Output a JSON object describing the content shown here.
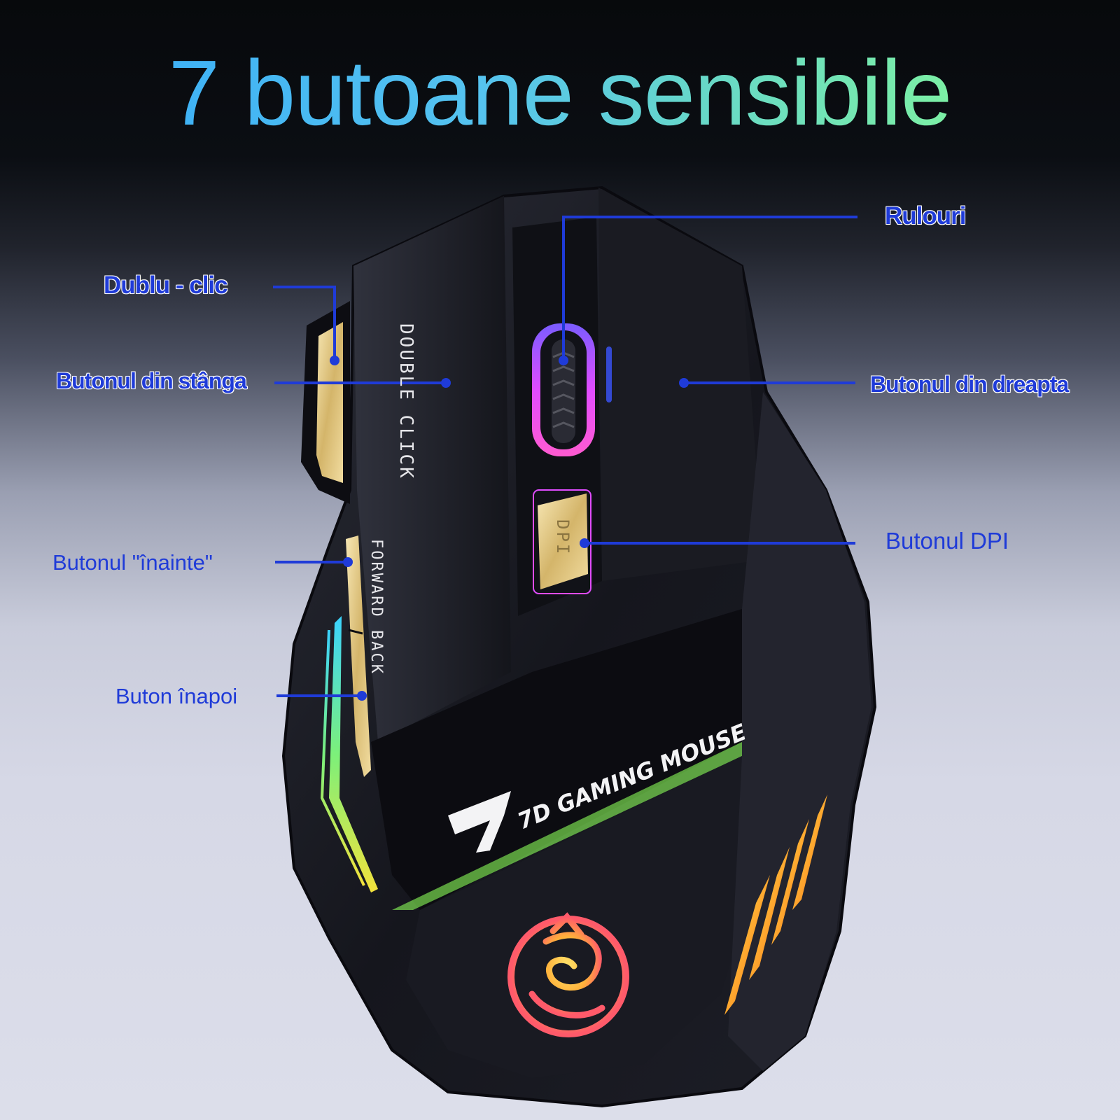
{
  "headline": {
    "text": "7 butoane sensibile",
    "gradient_colors": [
      "#3fb2f5",
      "#7cf0a5"
    ]
  },
  "callouts": {
    "scroll_wheel": "Rulouri",
    "double_click": "Dublu - clic",
    "left_button": "Butonul din stânga",
    "right_button": "Butonul din dreapta",
    "dpi_button": "Butonul DPI",
    "forward_button": "Butonul \"înainte\"",
    "back_button": "Buton înapoi",
    "color": "#1f3bd8"
  },
  "device_print": {
    "double_click": "DOUBLE CLICK",
    "forward_back": "FORWARD BACK",
    "dpi": "DPI",
    "brand_logo": "7D GAMING MOUSE"
  }
}
